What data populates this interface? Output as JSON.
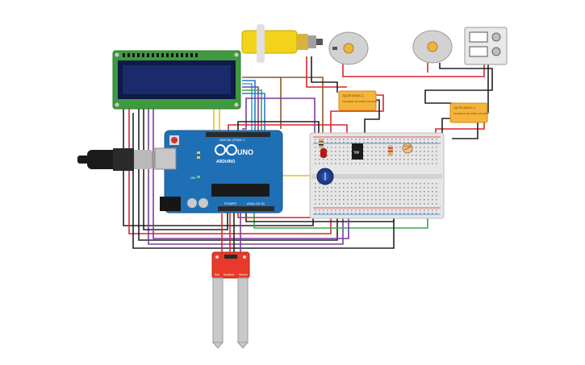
{
  "arduino": {
    "brand": "ARDUINO",
    "model": "UNO",
    "digital_label": "DIGITAL (PWM~)",
    "power_label": "POWER",
    "analog_label": "ANALOG IN",
    "on_label": "ON"
  },
  "relays": [
    {
      "text": "JQC3F-05VDC-C",
      "sub": "10A 250VAC 15A 125VAC 10A 30VDC"
    },
    {
      "text": "JQC3F-05VDC-C",
      "sub": "10A 250VAC 15A 125VAC 10A 30VDC"
    }
  ],
  "soil_sensor": {
    "label_left": "Soil",
    "label_mid": "Moisture",
    "label_right": "Sensor"
  },
  "ic_label": "TMP",
  "colors": {
    "board": "#1f6fb5",
    "lcd_pcb": "#3f9a3f",
    "lcd_screen": "#1b2a6b",
    "breadboard": "#e6e6e6",
    "relay": "#f5b43a",
    "gear_motor": "#f3d21c",
    "sensor": "#e83a2a",
    "wire_red": "#d9262b",
    "wire_black": "#222222",
    "wire_purple": "#7a3d9a",
    "wire_green": "#3aa84a",
    "wire_yellow": "#e2c420",
    "wire_brown": "#8a5a2b",
    "wire_blue": "#2a7ad1",
    "wire_cyan": "#27b1c9"
  }
}
